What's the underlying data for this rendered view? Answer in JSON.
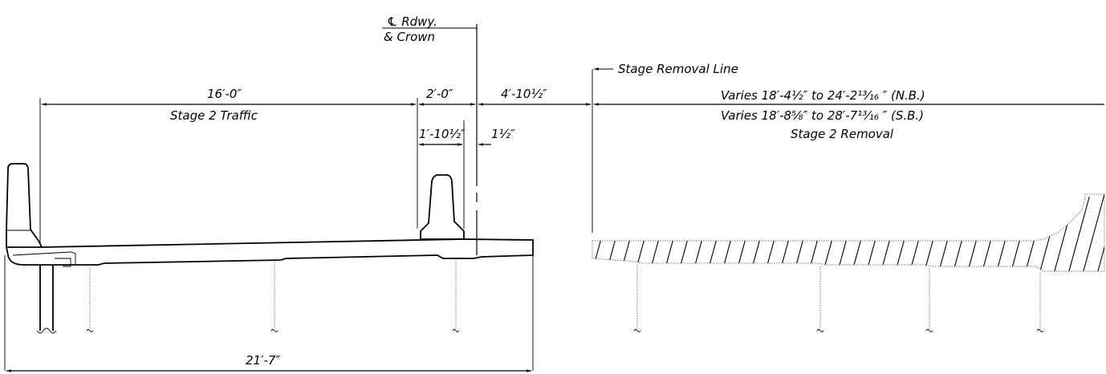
{
  "centerline": {
    "line1": "℄ Rdwy.",
    "line2": "& Crown"
  },
  "stage_removal_line": "Stage Removal Line",
  "dimensions": {
    "stage2_traffic_width": "16′-0″",
    "stage2_traffic_label": "Stage 2 Traffic",
    "barrier_offset": "2′-0″",
    "offset_to_removal": "4′-10½″",
    "varies_nb": "Varies 18′-4½″ to 24′-2¹³⁄₁₆ ″ (N.B.)",
    "varies_sb": "Varies 18′-8⅝″ to 28′-7¹³⁄₁₆ ″ (S.B.)",
    "stage2_removal_label": "Stage 2 Removal",
    "barrier_width": "1′-10½″",
    "barrier_gap": "1½″",
    "overall_width": "21′-7″"
  }
}
